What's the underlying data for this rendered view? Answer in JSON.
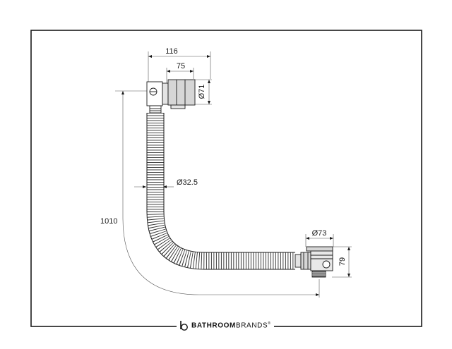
{
  "dimensions": {
    "overall_width": "116",
    "body_width": "75",
    "overflow_diameter": "Ø71",
    "hose_diameter": "Ø32.5",
    "length": "1010",
    "waste_diameter": "Ø73",
    "waste_height": "79"
  },
  "brand": {
    "name_bold": "BATHROOM",
    "name_light": "BRANDS",
    "mark": "®"
  },
  "colors": {
    "line": "#1a1a1a",
    "dim_line": "#555555",
    "fitting": "#cfcfcf",
    "hose": "#ffffff"
  }
}
